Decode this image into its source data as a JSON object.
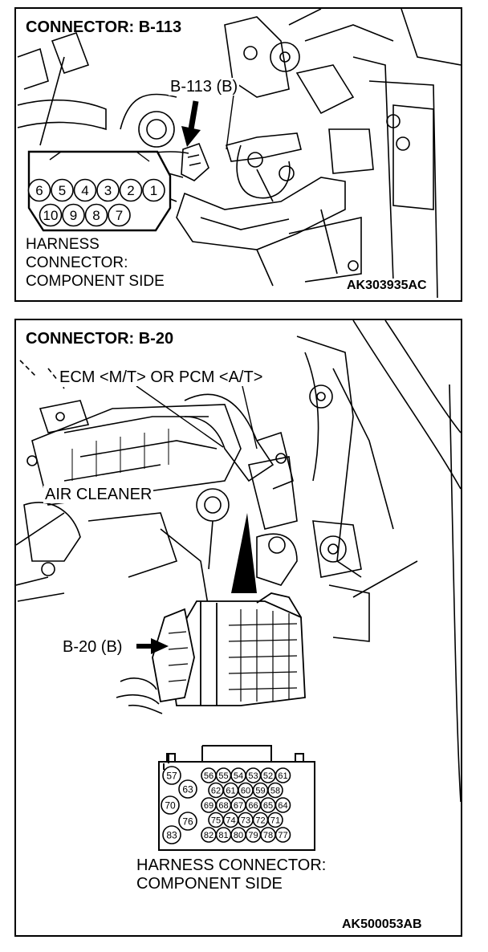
{
  "panel1": {
    "title": "CONNECTOR: B-113",
    "callout": "B-113 (B)",
    "caption_lines": [
      "HARNESS",
      "CONNECTOR:",
      "COMPONENT SIDE"
    ],
    "code": "AK303935AC",
    "pins_top": [
      "6",
      "5",
      "4",
      "3",
      "2",
      "1"
    ],
    "pins_bottom": [
      "10",
      "9",
      "8",
      "7"
    ]
  },
  "panel2": {
    "title": "CONNECTOR: B-20",
    "ecm_label": "ECM <M/T> OR PCM <A/T>",
    "air_cleaner_label": "AIR CLEANER",
    "callout": "B-20 (B)",
    "caption_lines": [
      "HARNESS CONNECTOR:",
      "COMPONENT SIDE"
    ],
    "code": "AK500053AB",
    "pins_left": [
      "57",
      "63",
      "70",
      "76",
      "83"
    ],
    "pin_rows": [
      [
        "56",
        "55",
        "54",
        "53",
        "52",
        "61"
      ],
      [
        "62",
        "61",
        "60",
        "59",
        "58"
      ],
      [
        "69",
        "68",
        "67",
        "66",
        "65",
        "64"
      ],
      [
        "75",
        "74",
        "73",
        "72",
        "71"
      ],
      [
        "82",
        "81",
        "80",
        "79",
        "78",
        "77"
      ]
    ]
  }
}
